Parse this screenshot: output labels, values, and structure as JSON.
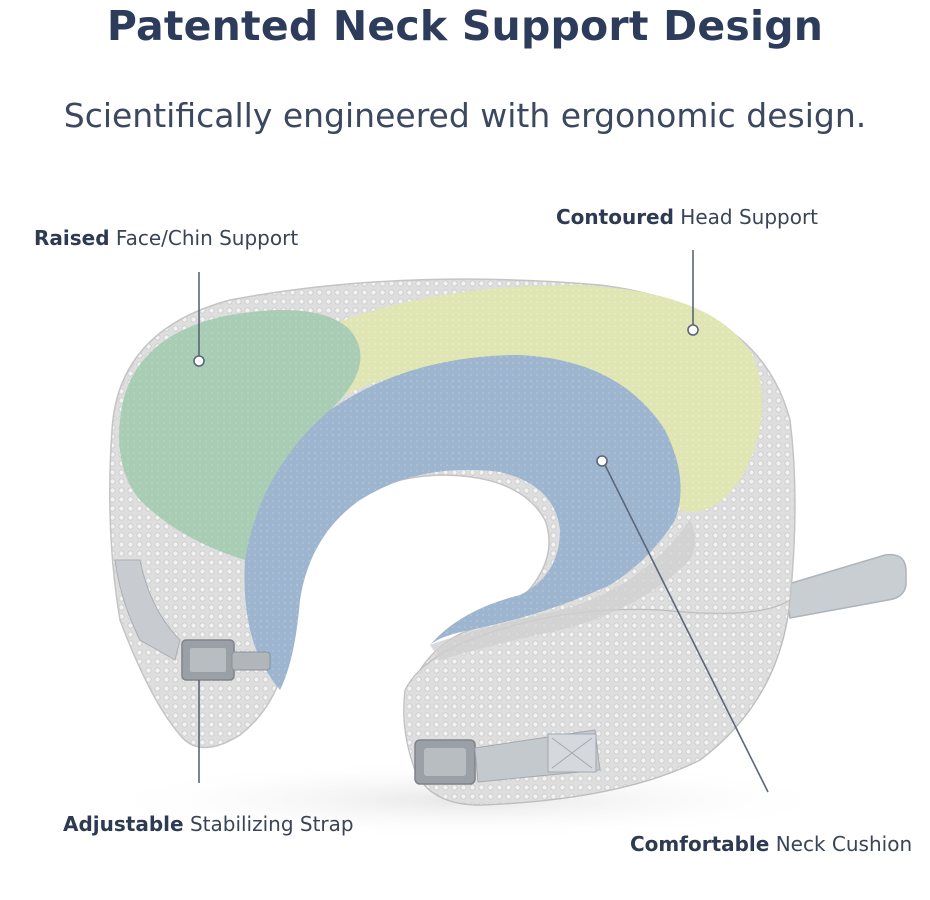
{
  "header": {
    "title": "Patented Neck Support Design",
    "subtitle": "Scientifically engineered with ergonomic design."
  },
  "callouts": {
    "raised": {
      "bold": "Raised",
      "rest": " Face/Chin Support"
    },
    "contoured": {
      "bold": "Contoured",
      "rest": " Head Support"
    },
    "adjustable": {
      "bold": "Adjustable",
      "rest": " Stabilizing Strap"
    },
    "comfortable": {
      "bold": "Comfortable",
      "rest": " Neck Cushion"
    }
  },
  "colors": {
    "title": "#2d3c5b",
    "zone_green": "#a9cdb4",
    "zone_yellow": "#dfe5b2",
    "zone_blue": "#9fb6cf",
    "mesh": "#dcdcdc",
    "leader_line": "#5b6677"
  }
}
